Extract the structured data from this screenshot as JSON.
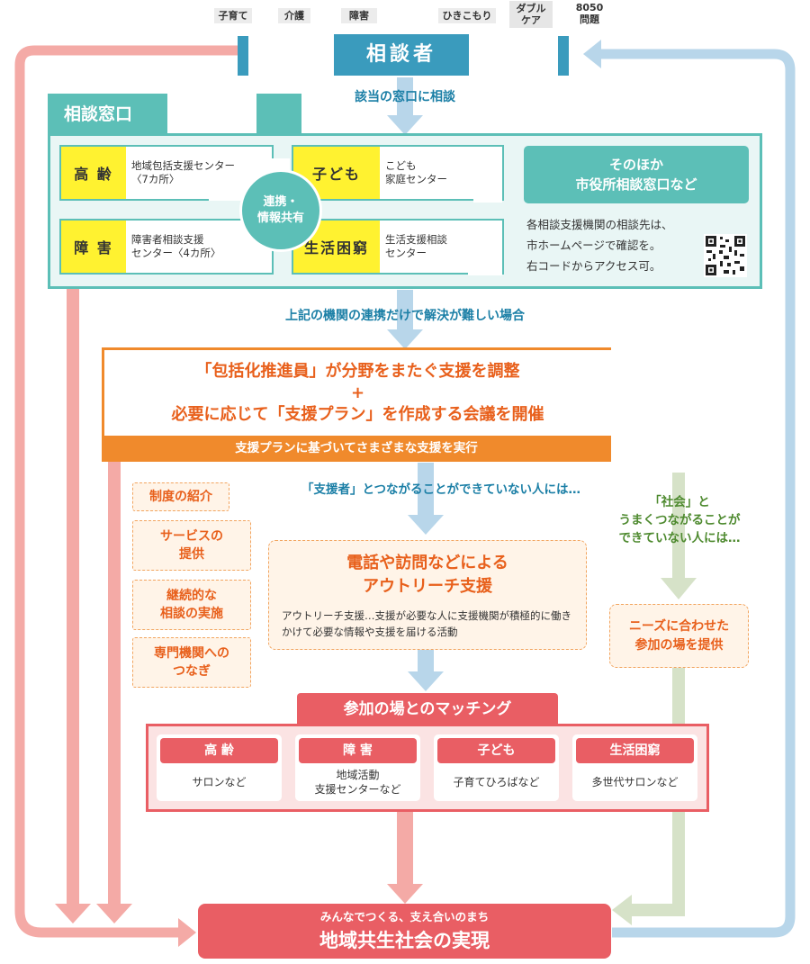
{
  "tags": [
    "子育て",
    "介護",
    "障害",
    "ひきこもり",
    "ダブル\nケア",
    "8050\n問題"
  ],
  "consultee": "相談者",
  "step_consult": "該当の窓口に相談",
  "madoguchi": {
    "title": "相談窓口",
    "orgs": [
      {
        "head": "高 齢",
        "desc": "地域包括支援センター\n〈7カ所〉"
      },
      {
        "head": "子ども",
        "desc": "こども\n家庭センター"
      },
      {
        "head": "障 害",
        "desc": "障害者相談支援\nセンター〈4カ所〉"
      },
      {
        "head": "生活困窮",
        "desc": "生活支援相談\nセンター"
      }
    ],
    "center": "連携・\n情報共有",
    "other_title": "そのほか\n市役所相談窓口など",
    "other_note": "各相談支援機関の相談先は、\n市ホームページで確認を。\n右コードからアクセス可。"
  },
  "step_difficult": "上記の機関の連携だけで解決が難しい場合",
  "plan": {
    "line1": "「包括化推進員」が分野をまたぐ支援を調整",
    "plus": "+",
    "line2": "必要に応じて「支援プラン」を作成する会議を開催",
    "bar": "支援プランに基づいてさまざまな支援を実行"
  },
  "callouts": [
    "制度の紹介",
    "サービスの\n提供",
    "継続的な\n相談の実施",
    "専門機関への\nつなぎ"
  ],
  "step_notconnected": "「支援者」とつながることができていない人には…",
  "outreach": {
    "title": "電話や訪問などによる\nアウトリーチ支援",
    "desc": "アウトリーチ支援…支援が必要な人に支援機関が積極的に働きかけて必要な情報や支援を届ける活動"
  },
  "society_text": "「社会」と\nうまくつながることが\nできていない人には…",
  "needs": "ニーズに合わせた\n参加の場を提供",
  "matching": {
    "title": "参加の場とのマッチング",
    "cards": [
      {
        "head": "高 齢",
        "body": "サロンなど"
      },
      {
        "head": "障 害",
        "body": "地域活動\n支援センターなど"
      },
      {
        "head": "子ども",
        "body": "子育てひろばなど"
      },
      {
        "head": "生活困窮",
        "body": "多世代サロンなど"
      }
    ]
  },
  "goal": {
    "sub": "みんなでつくる、支え合いのまち",
    "main": "地域共生社会の実現"
  },
  "colors": {
    "teal": "#5cbfb7",
    "blue": "#3a9bbd",
    "orange": "#f08a2c",
    "red": "#e95e64",
    "yellow": "#fff230",
    "pink_line": "#f4aaa6",
    "lightblue_line": "#b8d6ea",
    "green_line": "#d6e2c8"
  }
}
